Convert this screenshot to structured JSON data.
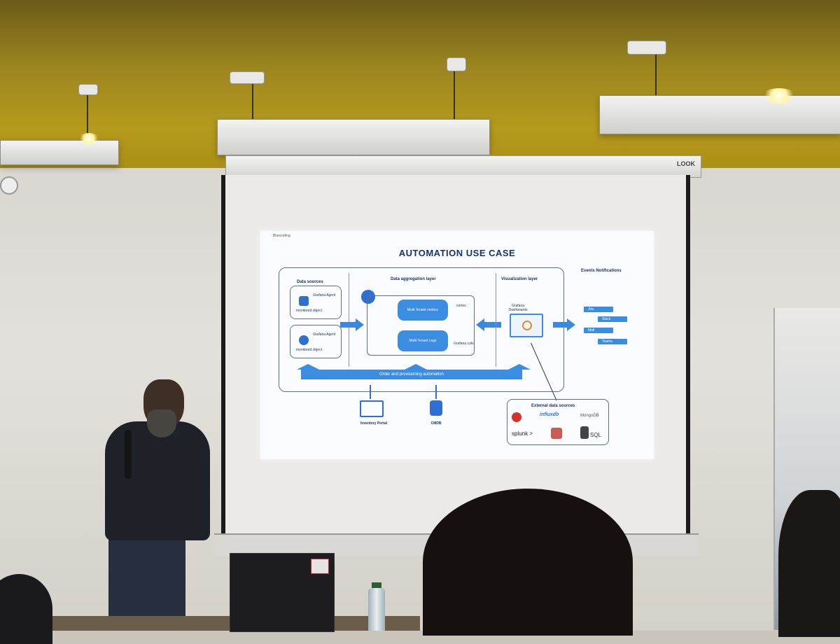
{
  "scene": {
    "screen_brand": "LOOK",
    "colors": {
      "slide_title": "#16346b",
      "accent": "#3a8de0",
      "ceiling": "#a88b14"
    }
  },
  "slide": {
    "corner_label": "Bluecoding",
    "title": "AUTOMATION USE CASE",
    "sections": {
      "data_sources": "Data sources",
      "aggregation": "Data aggregation layer",
      "visualization": "Visualization layer",
      "events": "Events Notifications",
      "external": "External data sources"
    },
    "agents": [
      {
        "name": "Grafana Agent",
        "sub": "monitored object"
      },
      {
        "name": "Grafana Agent",
        "sub": "monitored object"
      }
    ],
    "stores": [
      "Multi Tenant metrics",
      "Multi Tenant Logs"
    ],
    "store_tags": [
      "cortex",
      "Grafana Loki"
    ],
    "dashboard": "Grafana Dashboards",
    "automation_bar": "Order and provisioning automation",
    "portal": "Inventory Portal",
    "cmdb": "CMDB",
    "notifications": [
      "Jira",
      "Slack",
      "Mail",
      "Teams"
    ],
    "external_logos": [
      "influxdb",
      "MongoDB",
      "splunk >",
      "SQL"
    ]
  }
}
